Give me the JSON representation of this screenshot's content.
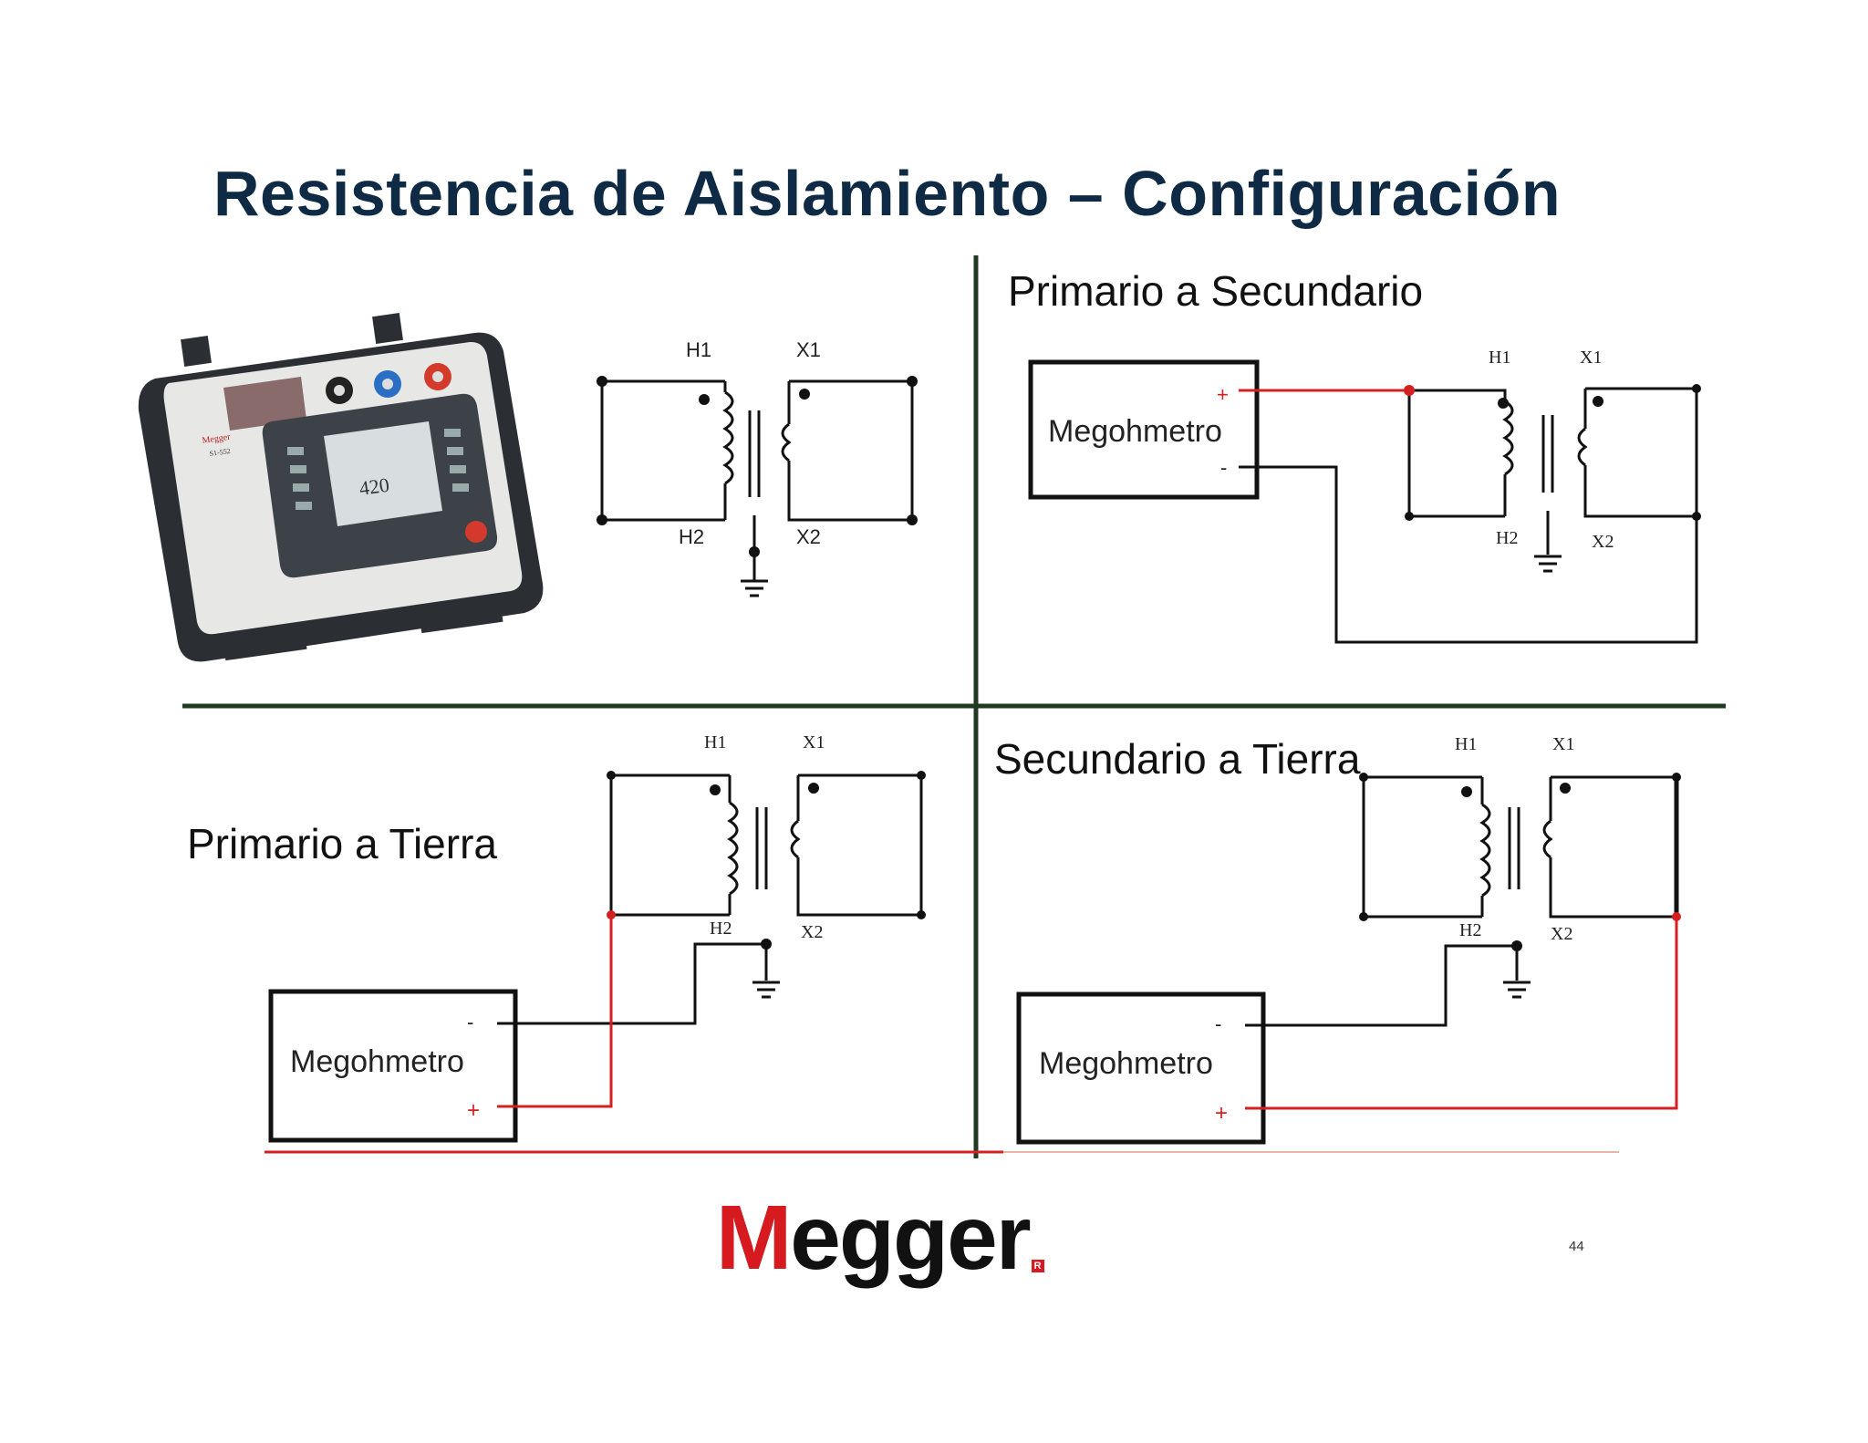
{
  "slide": {
    "title": "Resistencia de Aislamiento – Configuración",
    "page_number": "44"
  },
  "quadrants": {
    "primary_secondary": {
      "label": "Primario a Secundario",
      "meter_label": "Megohmetro",
      "plus": "+",
      "minus": "-"
    },
    "primary_ground": {
      "label": "Primario a Tierra",
      "meter_label": "Megohmetro",
      "plus": "+",
      "minus": "-"
    },
    "secondary_ground": {
      "label": "Secundario a Tierra",
      "meter_label": "Megohmetro",
      "plus": "+",
      "minus": "-"
    }
  },
  "terminals": {
    "h1": "H1",
    "x1": "X1",
    "h2": "H2",
    "x2": "X2"
  },
  "device": {
    "brand": "Megger",
    "model": "S1-552",
    "display_reading": "420"
  },
  "logo": {
    "text": "Megger",
    "registered": "R"
  },
  "colors": {
    "title": "#0f2a44",
    "divider": "#1f3a1f",
    "wire_red": "#d62020",
    "wire_black": "#111111",
    "logo_red": "#d71920"
  }
}
